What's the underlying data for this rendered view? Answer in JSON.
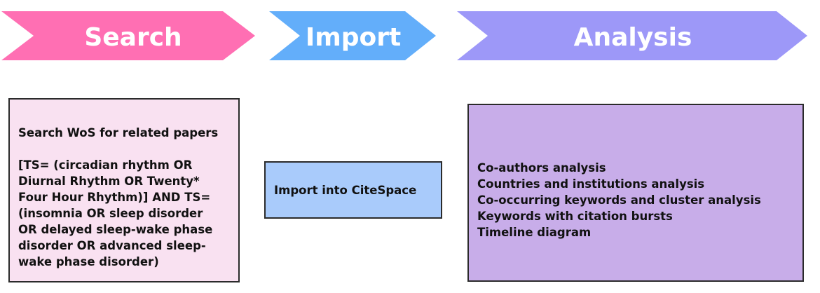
{
  "stages": [
    {
      "label": "Search",
      "color": "#ff6fb3"
    },
    {
      "label": "Import",
      "color": "#63aefa"
    },
    {
      "label": "Analysis",
      "color": "#9d98f8"
    }
  ],
  "search_box": {
    "title": "Search WoS for related papers",
    "query_lines": [
      "[TS= (circadian rhythm OR",
      "Diurnal Rhythm OR Twenty*",
      "Four Hour Rhythm)] AND TS=",
      "(insomnia OR sleep disorder",
      "OR delayed sleep-wake phase",
      "disorder OR advanced sleep-",
      "wake phase disorder)"
    ],
    "color": "#f9e1f1"
  },
  "import_box": {
    "text": "Import into CiteSpace",
    "color": "#a9cbfb"
  },
  "analysis_box": {
    "items": [
      "Co-authors analysis",
      "Countries and institutions analysis",
      "Co-occurring keywords and cluster analysis",
      "Keywords with citation bursts",
      "Timeline diagram"
    ],
    "color": "#c8ade9"
  }
}
